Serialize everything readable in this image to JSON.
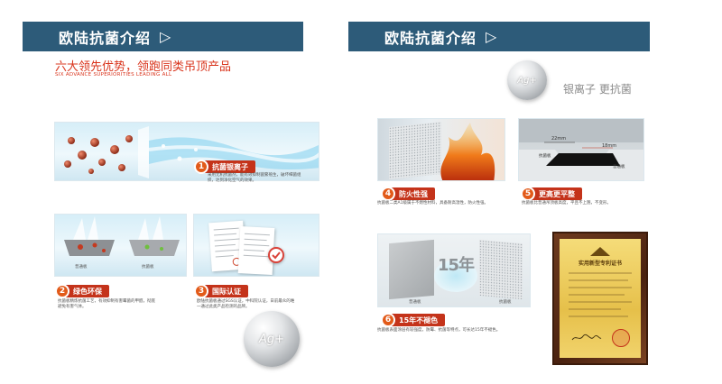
{
  "left": {
    "banner_title": "欧陆抗菌介绍",
    "banner_arrow": "▷",
    "subtitle_cn": "六大领先优势，领跑同类吊顶产品",
    "subtitle_en": "SIX ADVANCE SUPERIORITIES LEADING ALL",
    "features": [
      {
        "num": "1",
        "label": "抗菌银离子",
        "desc": "采用无机抗菌剂，能有效抑制菌繁殖生，破坏细菌组织，达到净化空气的效果。"
      },
      {
        "num": "2",
        "label": "绿色环保",
        "desc": "抗菌板精炼抗菌工艺，有效抑制有害霉菌的甲醛，彻底避免有害气体。",
        "img_labels": [
          "普通板",
          "抗菌板"
        ]
      },
      {
        "num": "3",
        "label": "国际认证",
        "desc": "欧陆抗菌板通过SGS认证，中科院认证，日前最众的唯一通过此类产品检测的品牌。"
      }
    ],
    "ball_text": "Ag+"
  },
  "right": {
    "banner_title": "欧陆抗菌介绍",
    "banner_arrow": "▷",
    "ball_text": "Ag+",
    "tagline": "银离子 更抗菌",
    "features": [
      {
        "num": "4",
        "label": "防火性强",
        "desc": "抗菌板二类A1级属于不燃性材料，具备耐高温性，防火性强。"
      },
      {
        "num": "5",
        "label": "更高更平整",
        "desc": "抗菌板比普通吊顶板高度，平且不上翘，不变形。",
        "img_labels": [
          "22mm",
          "18mm",
          "抗菌板",
          "普通板"
        ]
      },
      {
        "num": "6",
        "label": "15年不褪色",
        "desc": "抗菌板表面涂层有较强度，防霉、抗菌等特点，可长达15年不褪色。",
        "img_labels": [
          "15年",
          "普通板",
          "抗菌板"
        ]
      }
    ],
    "certificate": {
      "title": "实用新型专利证书"
    }
  },
  "colors": {
    "banner": "#2d5b79",
    "accent_red": "#c4331a",
    "tag_circle": "#e25a19"
  }
}
